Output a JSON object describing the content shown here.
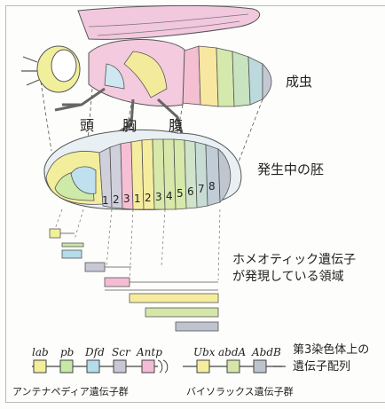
{
  "labels": {
    "adult": "成虫",
    "embryo": "発生中の胚",
    "head": "頭",
    "thorax": "胸",
    "abdomen": "腹",
    "expression_line1": "ホメオティック遺伝子",
    "expression_line2": "が発現している領域",
    "chromosome_line1": "第3染色体上の",
    "chromosome_line2": "遺伝子配列",
    "antennapedia_group": "アンテナペディア遺伝子群",
    "bithorax_group": "バイソラックス遺伝子群"
  },
  "segment_numbers": [
    "1",
    "2",
    "3",
    "1",
    "2",
    "3",
    "4",
    "5",
    "6",
    "7",
    "8"
  ],
  "genes": [
    "lab",
    "pb",
    "Dfd",
    "Scr",
    "Antp",
    "Ubx",
    "abdA",
    "AbdB"
  ],
  "gene_colors": [
    "#f2ef9a",
    "#c8e8a6",
    "#b4dcea",
    "#c8c8d4",
    "#f4bcd4",
    "#f6ec9e",
    "#d4e6a8",
    "#bdc4ce"
  ]
}
